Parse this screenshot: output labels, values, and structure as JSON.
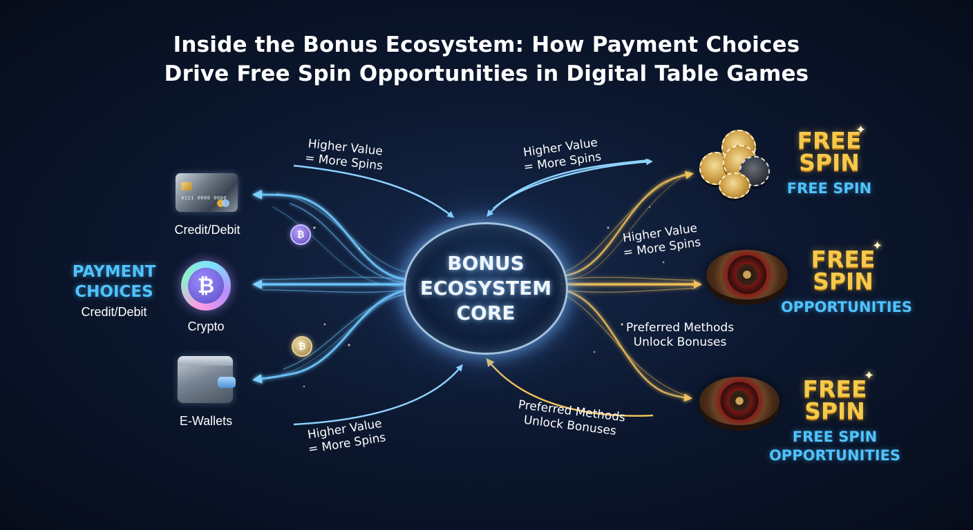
{
  "title": {
    "line1": "Inside the Bonus Ecosystem: How Payment Choices",
    "line2": "Drive Free Spin Opportunities in Digital Table Games"
  },
  "core": {
    "line1": "BONUS",
    "line2": "ECOSYSTEM",
    "line3": "CORE"
  },
  "payment": {
    "heading_line1": "PAYMENT",
    "heading_line2": "CHOICES",
    "subheading": "Credit/Debit",
    "methods": [
      {
        "label": "Credit/Debit",
        "icon": "credit-card-icon"
      },
      {
        "label": "Crypto",
        "icon": "crypto-coin-icon"
      },
      {
        "label": "E-Wallets",
        "icon": "wallet-icon"
      }
    ],
    "card_number": "4111 0000 0000"
  },
  "connector_labels": {
    "top_left": {
      "line1": "Higher Value",
      "line2": "= More Spins"
    },
    "top_right": {
      "line1": "Higher Value",
      "line2": "= More Spins"
    },
    "mid_right": {
      "line1": "Higher Value",
      "line2": "= More Spins"
    },
    "bottom_left": {
      "line1": "Higher Value",
      "line2": "= More Spins"
    },
    "bottom_center": {
      "line1": "Preferred Methods",
      "line2": "Unlock Bonuses"
    },
    "lower_right": {
      "line1": "Preferred Methods",
      "line2": "Unlock Bonuses"
    }
  },
  "outcomes": [
    {
      "badge_line1": "FREE",
      "badge_line2": "SPIN",
      "label_line1": "FREE SPIN",
      "label_line2": "",
      "icon": "casino-chips-icon"
    },
    {
      "badge_line1": "FREE",
      "badge_line2": "SPIN",
      "label_line1": "OPPORTUNITIES",
      "label_line2": "",
      "icon": "roulette-wheel-icon"
    },
    {
      "badge_line1": "FREE",
      "badge_line2": "SPIN",
      "label_line1": "FREE SPIN",
      "label_line2": "OPPORTUNITIES",
      "icon": "roulette-wheel-icon"
    }
  ],
  "crypto_symbol": "₿",
  "colors": {
    "background": "#0c1830",
    "left_flow": "#6fc8ff",
    "right_flow": "#f0c15a",
    "accent_text": "#4fc3ff",
    "free_spin_gold": "#f6c94a"
  }
}
